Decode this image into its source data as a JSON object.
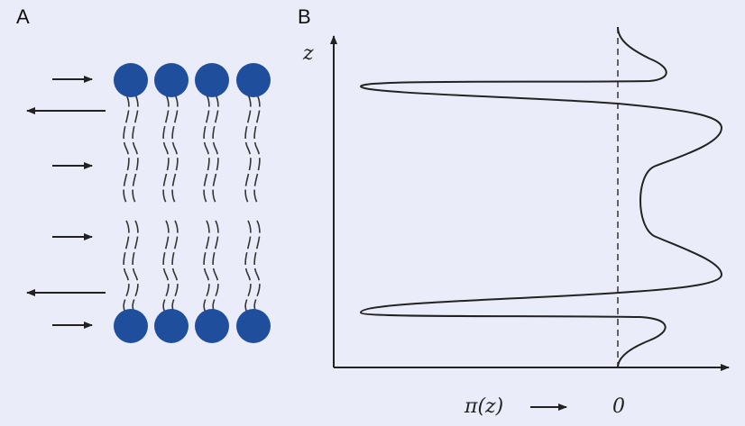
{
  "panels": {
    "a_label": "A",
    "b_label": "B"
  },
  "plot": {
    "y_axis_label": "z",
    "x_axis_label": "π(z)",
    "zero_label": "0"
  },
  "colors": {
    "background": "#eaedf9",
    "headgroup": "#1f4e9c",
    "line": "#222222"
  }
}
